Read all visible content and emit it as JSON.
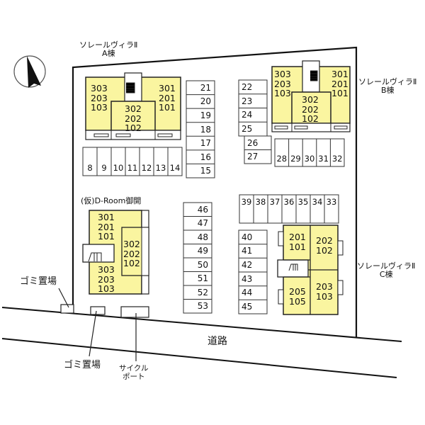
{
  "map": {
    "colors": {
      "building": "#FAF5A0",
      "line": "#222222",
      "background": "#FFFFFF"
    },
    "north_arrow": "north-arrow-icon",
    "buildings": {
      "a": {
        "name": "ソレールヴィラⅡ",
        "wing": "A棟",
        "left": [
          "303",
          "203",
          "103"
        ],
        "center": [
          "302",
          "202",
          "102"
        ],
        "right": [
          "301",
          "201",
          "101"
        ]
      },
      "b": {
        "name": "ソレールヴィラⅡ",
        "wing": "B棟",
        "left": [
          "303",
          "203",
          "103"
        ],
        "center": [
          "302",
          "202",
          "102"
        ],
        "right": [
          "301",
          "201",
          "101"
        ]
      },
      "c": {
        "name": "ソレールヴィラⅡ",
        "wing": "C棟",
        "top_left": [
          "201",
          "101"
        ],
        "top_right": [
          "202",
          "102"
        ],
        "bottom_left": [
          "205",
          "105"
        ],
        "bottom_right": [
          "203",
          "103"
        ]
      },
      "d": {
        "name": "(仮)D-Room御開",
        "top": [
          "301",
          "201",
          "101"
        ],
        "middle": [
          "302",
          "202",
          "102"
        ],
        "bottom": [
          "303",
          "203",
          "103"
        ]
      }
    },
    "parking": {
      "row_8_14": [
        "8",
        "9",
        "10",
        "11",
        "12",
        "13",
        "14"
      ],
      "col_21_15": [
        "21",
        "20",
        "19",
        "18",
        "17",
        "16",
        "15"
      ],
      "col_22_25": [
        "22",
        "23",
        "24",
        "25"
      ],
      "col_26_27": [
        "26",
        "27"
      ],
      "row_28_32": [
        "28",
        "29",
        "30",
        "31",
        "32"
      ],
      "row_39_33": [
        "39",
        "38",
        "37",
        "36",
        "35",
        "34",
        "33"
      ],
      "col_46_53": [
        "46",
        "47",
        "48",
        "49",
        "50",
        "51",
        "52",
        "53"
      ],
      "col_40_45": [
        "40",
        "41",
        "42",
        "43",
        "44",
        "45"
      ]
    },
    "labels": {
      "road": "道路",
      "garbage_1": "ゴミ置場",
      "garbage_2": "ゴミ置場",
      "cycle_port_1": "サイクル",
      "cycle_port_2": "ポート"
    }
  }
}
